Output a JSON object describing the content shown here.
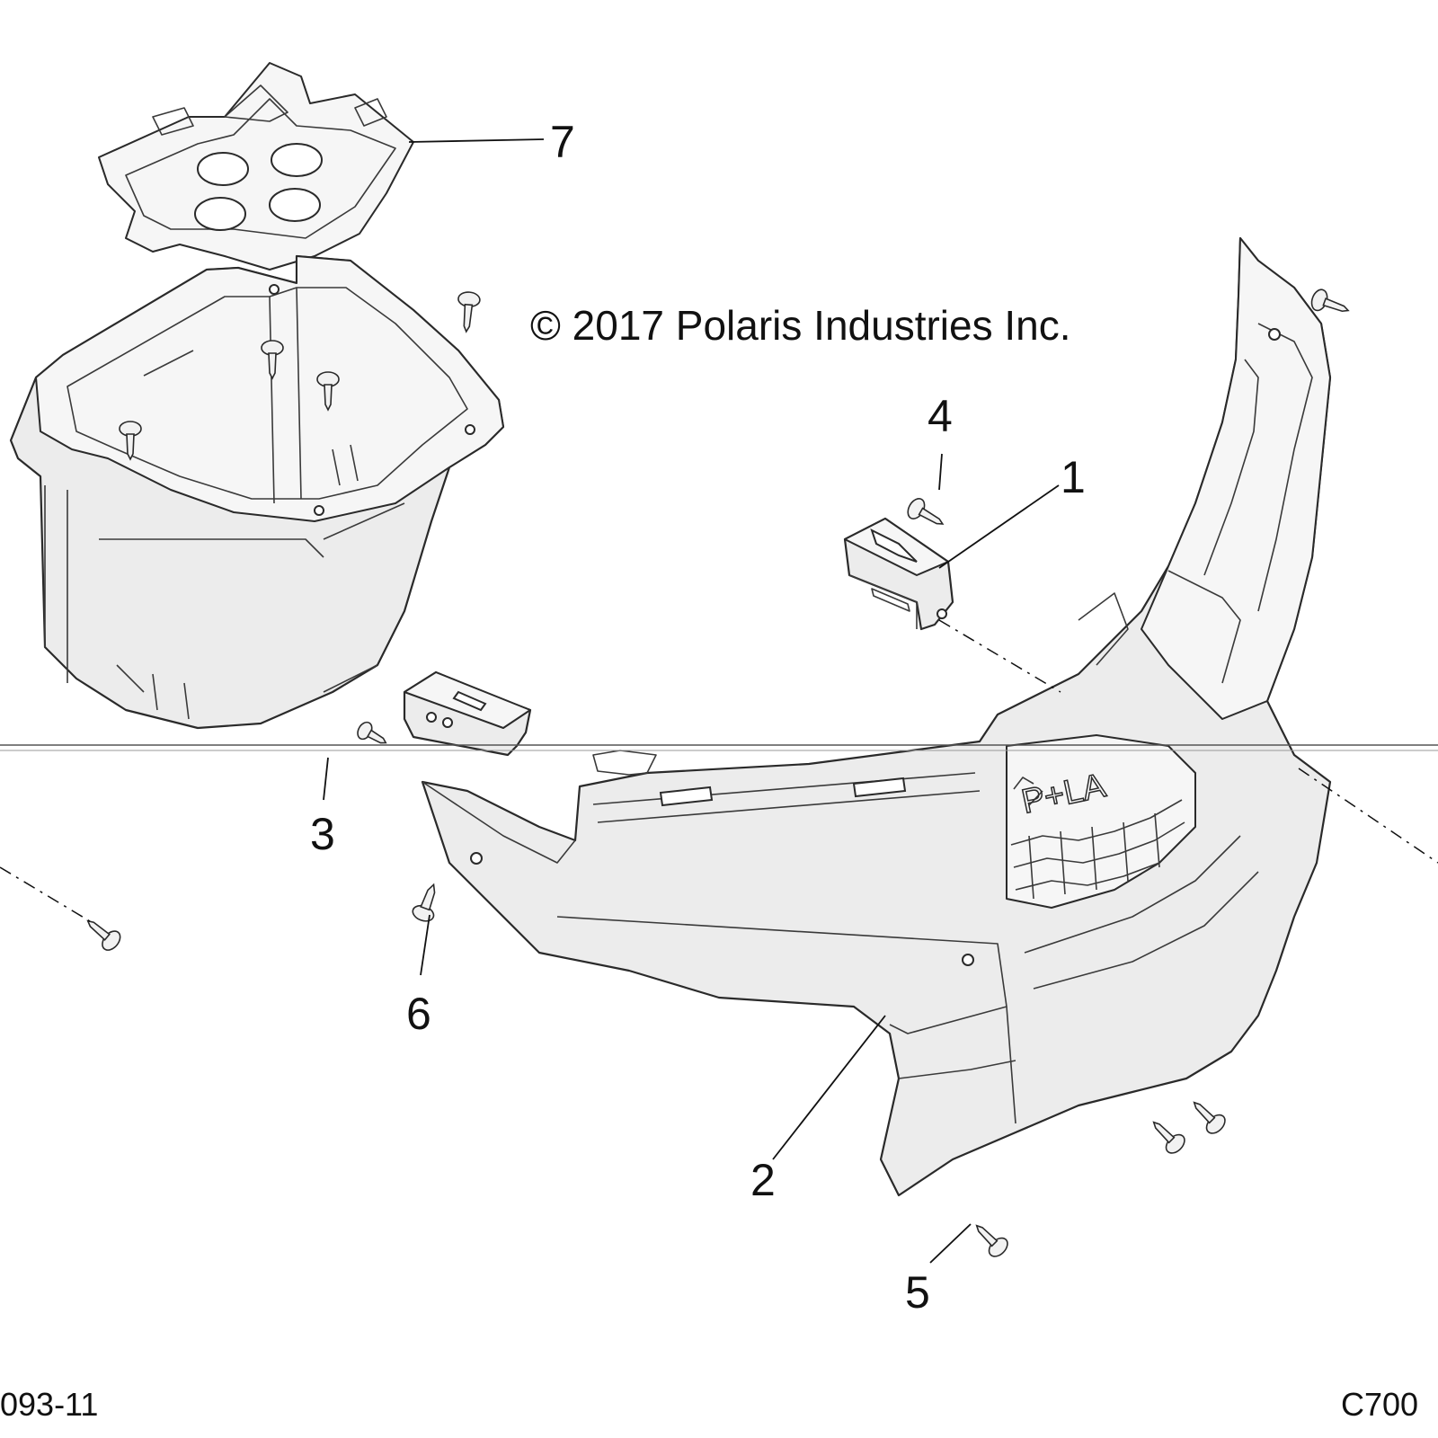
{
  "copyright": "© 2017 Polaris Industries Inc.",
  "figure_id_left": "093-11",
  "figure_id_right": "C700",
  "callouts": [
    "1",
    "2",
    "3",
    "4",
    "5",
    "6",
    "7"
  ],
  "grille_logo_text": "P+LA",
  "colors": {
    "line": "#2a2a2a",
    "fill": "#ececec",
    "background": "#ffffff"
  }
}
